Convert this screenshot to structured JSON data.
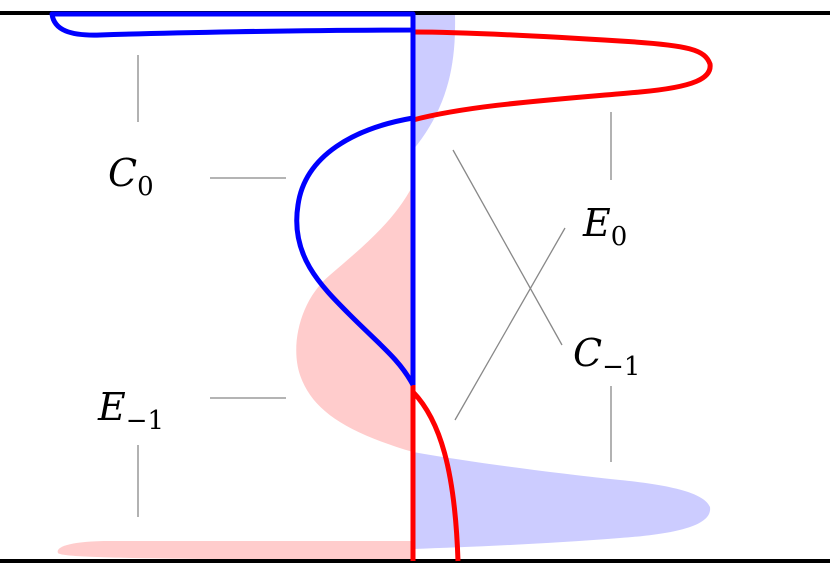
{
  "labels": {
    "c0": {
      "base": "C",
      "sub": "0"
    },
    "e0": {
      "base": "E",
      "sub": "0"
    },
    "cm1": {
      "base": "C",
      "sub": "−1"
    },
    "em1": {
      "base": "E",
      "sub": "−1"
    }
  },
  "colors": {
    "blue": "#0000ff",
    "red": "#ff0000",
    "blue_fill": "#ccccff",
    "red_fill": "#ffcccc",
    "leader": "#888888",
    "rule": "#000000"
  }
}
